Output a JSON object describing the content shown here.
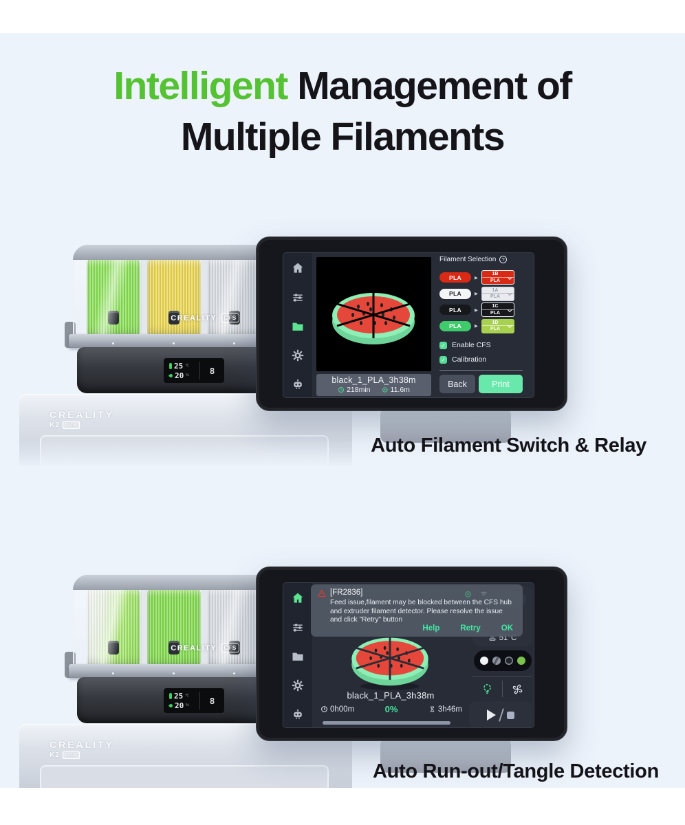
{
  "title": {
    "highlight": "Intelligent",
    "line1_rest": " Management of",
    "line2": "Multiple Filaments",
    "highlight_color": "#54c232"
  },
  "sections": {
    "filament_switch": {
      "caption": "Auto Filament Switch & Relay"
    },
    "runout": {
      "caption": "Auto Run-out/Tangle Detection"
    }
  },
  "hardware": {
    "brand": "CREALITY",
    "cfs_badge": "CFS",
    "model": "K2",
    "model_tier": "PLUS",
    "lcd": {
      "temperature": "25",
      "temp_unit": "℃",
      "humidity": "20",
      "humidity_unit": "%",
      "slot_digit": "8"
    },
    "spool_colors_top": [
      "#86de51",
      "#e9d44e",
      "#d7dbe1",
      "#df9b50"
    ],
    "spool_colors_bottom": [
      "linear-gradient(100deg,#f7f9f6 0%,#e9f1e2 30%,#a8e570 60%,#86da4c 100%)",
      "#7fd94a",
      "#d7dbe1",
      "#df9b50"
    ]
  },
  "screen1": {
    "panel_title": "Filament Selection",
    "rows": [
      {
        "material": "PLA",
        "slot": "1B",
        "slot_material": "PLA",
        "pill_bg": "#d92a15",
        "pill_text": "#ffffff",
        "dd_bg": "#d92a15",
        "dd_text": "#ffffff",
        "dd_border": "#f3f4f6"
      },
      {
        "material": "PLA",
        "slot": "1A",
        "slot_material": "PLA",
        "pill_bg": "#f4f5f7",
        "pill_text": "#17181c",
        "dd_bg": "#e9ebee",
        "dd_text": "#9aa1ab",
        "dd_border": "#c6cad1"
      },
      {
        "material": "PLA",
        "slot": "1C",
        "slot_material": "PLA",
        "pill_bg": "#17181c",
        "pill_text": "#ffffff",
        "dd_bg": "#17181c",
        "dd_text": "#ffffff",
        "dd_border": "#eceef1"
      },
      {
        "material": "PLA",
        "slot": "1D",
        "slot_material": "PLA",
        "pill_bg": "#3fca6c",
        "pill_text": "#ffffff",
        "dd_bg": "#a7d14e",
        "dd_text": "#ffffff",
        "dd_border": "#a7d14e"
      }
    ],
    "checkboxes": {
      "enable_cfs": "Enable CFS",
      "calibration": "Calibration"
    },
    "back": "Back",
    "print": "Print",
    "job": {
      "name": "black_1_PLA_3h38m",
      "duration": "218min",
      "filament_used": "11.6m"
    }
  },
  "screen2": {
    "error": {
      "code": "[FR2836]",
      "message": "Feed issue,filament may be blocked between the CFS hub and extruder filament detector. Please resolve the issue and click \"Retry\" button",
      "help": "Help",
      "retry": "Retry",
      "ok": "OK"
    },
    "bed_temp": "51°C",
    "job": {
      "name": "black_1_PLA_3h38m",
      "elapsed": "0h00m",
      "progress": "0%",
      "remaining": "3h46m"
    },
    "dots": [
      "#f2f3f5",
      "#8f949e",
      "#23252c",
      "#7cc24c"
    ]
  },
  "icons": {
    "help_glyph": "?",
    "arrow_glyph": "▶",
    "check_glyph": "✓"
  },
  "colors": {
    "accent_green": "#54c232",
    "mint": "#69e8ac",
    "action_green": "#43e9a4",
    "check_green": "#57dd99"
  }
}
